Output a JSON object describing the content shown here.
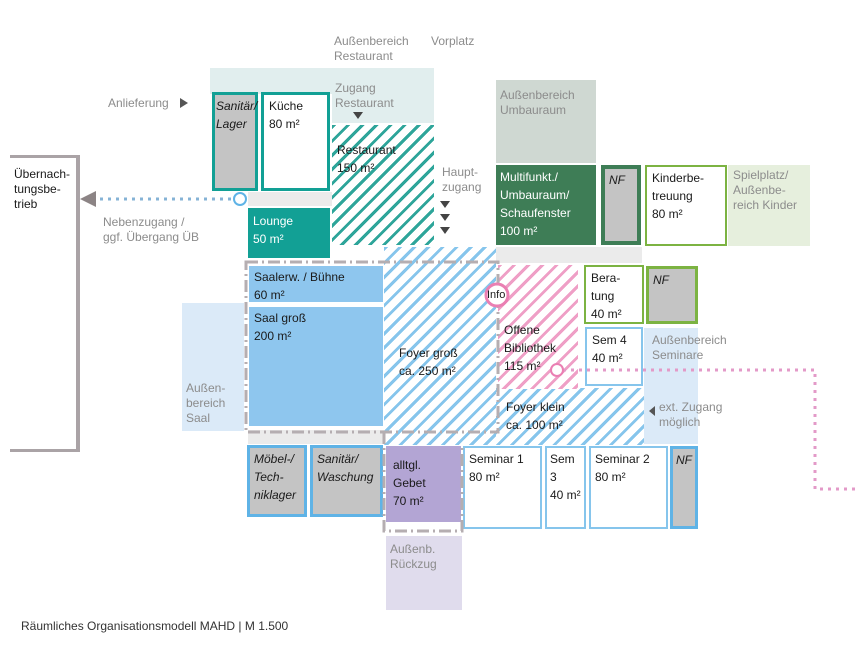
{
  "colors": {
    "teal": "#12a095",
    "teal_dark": "#0e8f85",
    "green_dark": "#3e7d56",
    "green_light": "#7cb342",
    "blue": "#86c5ec",
    "blue_light": "#dbeaf8",
    "purple": "#b3a5d4",
    "purple_light": "#e0dced",
    "pink": "#ea7fb3",
    "gray_fill": "#c4c4c4",
    "gray_outline": "#aaa3a6",
    "outdoor_teal": "#e1eeee",
    "outdoor_green": "#cfd8d2",
    "outdoor_kids": "#e6efdd"
  },
  "labels": {
    "aussenbereich_restaurant": "Außenbereich\nRestaurant",
    "vorplatz": "Vorplatz",
    "anlieferung": "Anlieferung",
    "zugang_restaurant": "Zugang\nRestaurant",
    "hauptzugang": "Haupt-\nzugang",
    "aussenbereich_umbauraum": "Außenbereich\nUmbauraum",
    "spielplatz": "Spielplatz/\nAußenbe-\nreich Kinder",
    "uebernachtung": "Übernach-\ntungsbe-\ntrieb",
    "nebenzugang": "Nebenzugang /\nggf. Übergang ÜB",
    "aussenbereich_saal": "Außen-\nbereich\nSaal",
    "aussenbereich_seminare": "Außenbereich\nSeminare",
    "ext_zugang": "ext. Zugang\nmöglich",
    "aussenb_rueckzug": "Außenb.\nRückzug",
    "info": "Info",
    "caption": "Räumliches Organisationsmodell MAHD | M 1.500"
  },
  "rooms": {
    "sanitaer_lager": "Sanitär/\nLager",
    "kueche": "Küche\n80 m²",
    "restaurant": "Restaurant\n150 m²",
    "lounge": "Lounge\n50 m²",
    "multifunkt": "Multifunkt./\nUmbauraum/\nSchaufenster\n100 m²",
    "nf_1": "NF",
    "kinderbetreuung": "Kinderbe-\ntreuung\n80 m²",
    "saalerw": "Saalerw. / Bühne\n60 m²",
    "saal_gross": "Saal groß\n200 m²",
    "foyer_gross": "Foyer groß\nca. 250 m²",
    "bibliothek": "Offene\nBibliothek\n115 m²",
    "beratung": "Bera-\ntung\n40 m²",
    "nf_2": "NF",
    "sem4": "Sem 4\n40 m²",
    "foyer_klein": "Foyer klein\nca. 100 m²",
    "moebel": "Möbel-/\nTech-\nniklager",
    "sanitaer_waschung": "Sanitär/\nWaschung",
    "gebet": "alltgl.\nGebet\n70 m²",
    "seminar1": "Seminar 1\n80 m²",
    "sem3": "Sem 3\n40 m²",
    "seminar2": "Seminar 2\n80 m²",
    "nf_3": "NF"
  }
}
